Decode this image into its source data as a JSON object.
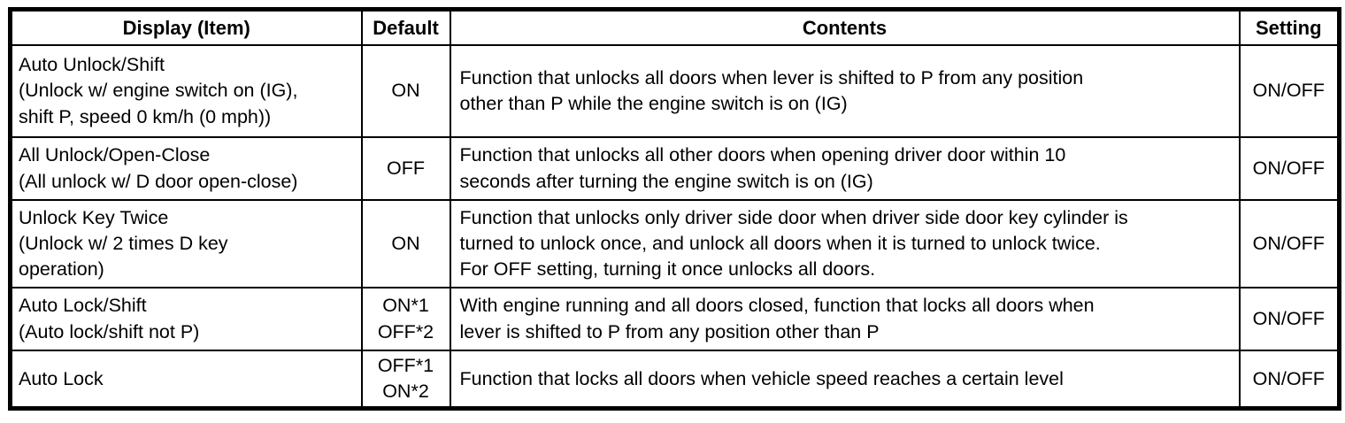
{
  "table": {
    "header": {
      "display": "Display (Item)",
      "default": "Default",
      "contents": "Contents",
      "setting": "Setting"
    },
    "rows": [
      {
        "display": "Auto Unlock/Shift\n(Unlock w/ engine switch on (IG),\nshift P, speed 0 km/h (0 mph))",
        "default": "ON",
        "contents": "Function that unlocks all doors when lever is shifted to P from any position\nother than P while the engine switch is on (IG)",
        "setting": "ON/OFF"
      },
      {
        "display": "All Unlock/Open-Close\n(All unlock w/ D door open-close)",
        "default": "OFF",
        "contents": "Function that unlocks all other doors when opening driver door within 10\nseconds after turning the engine switch is on (IG)",
        "setting": "ON/OFF"
      },
      {
        "display": "Unlock Key Twice\n(Unlock w/ 2 times D key\noperation)",
        "default": "ON",
        "contents": "Function that unlocks only driver side door when driver side door key cylinder is\nturned to unlock once, and unlock all doors when it is turned to unlock twice.\nFor OFF setting, turning it once unlocks all doors.",
        "setting": "ON/OFF"
      },
      {
        "display": "Auto Lock/Shift\n(Auto lock/shift not P)",
        "default": "ON*1\nOFF*2",
        "contents": "With engine running and all doors closed, function that locks all doors when\nlever is shifted to P from any position other than P",
        "setting": "ON/OFF"
      },
      {
        "display": "Auto Lock",
        "default": "OFF*1\nON*2",
        "contents": "Function that locks all doors when vehicle speed reaches a certain level",
        "setting": "ON/OFF"
      }
    ],
    "colors": {
      "border": "#000000",
      "text": "#000000",
      "background": "#ffffff"
    }
  }
}
